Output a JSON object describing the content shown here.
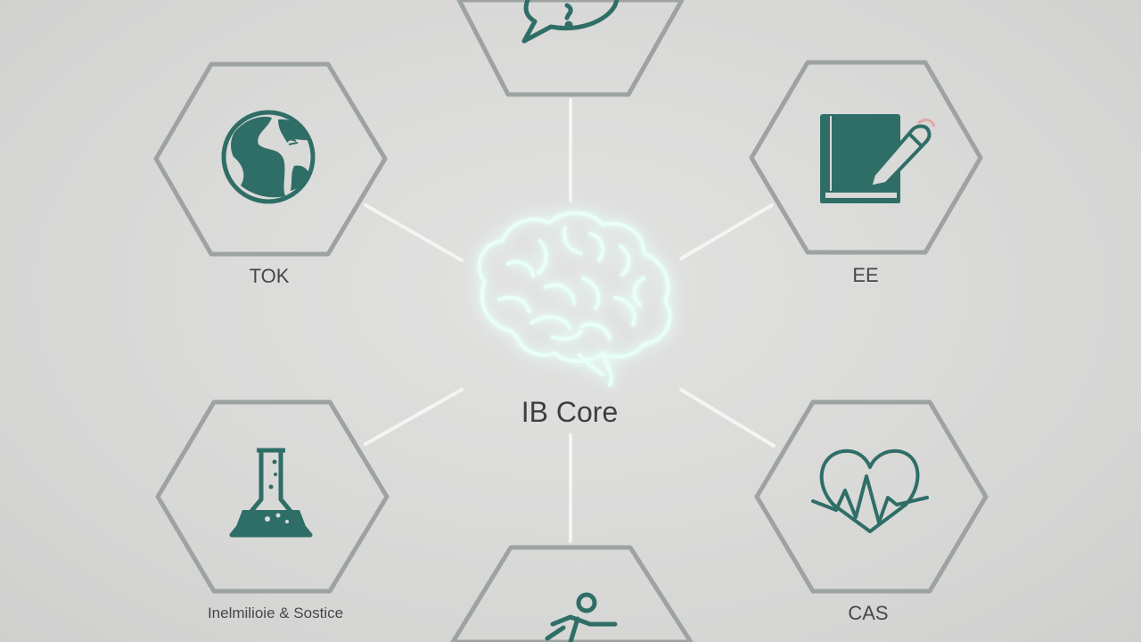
{
  "diagram": {
    "center": {
      "label": "IB Core",
      "icon": "brain-icon"
    },
    "nodes": [
      {
        "id": "top",
        "label": "",
        "icon": "speech-bubble-question-icon"
      },
      {
        "id": "tok",
        "label": "TOK",
        "icon": "globe-icon"
      },
      {
        "id": "ee",
        "label": "EE",
        "icon": "book-pencil-icon"
      },
      {
        "id": "sci",
        "label": "Inelmilioie & Sostice",
        "icon": "flask-icon"
      },
      {
        "id": "cas",
        "label": "CAS",
        "icon": "heartbeat-icon"
      },
      {
        "id": "bottom",
        "label": "",
        "icon": "running-person-icon"
      }
    ],
    "colors": {
      "background": "#d9d9d8",
      "hexagon_stroke": "#9da3a0",
      "icon_fill": "#2f6e67",
      "connector": "#f2f2f2",
      "brain_glow": "#5ff0d0",
      "text": "#444846"
    }
  }
}
